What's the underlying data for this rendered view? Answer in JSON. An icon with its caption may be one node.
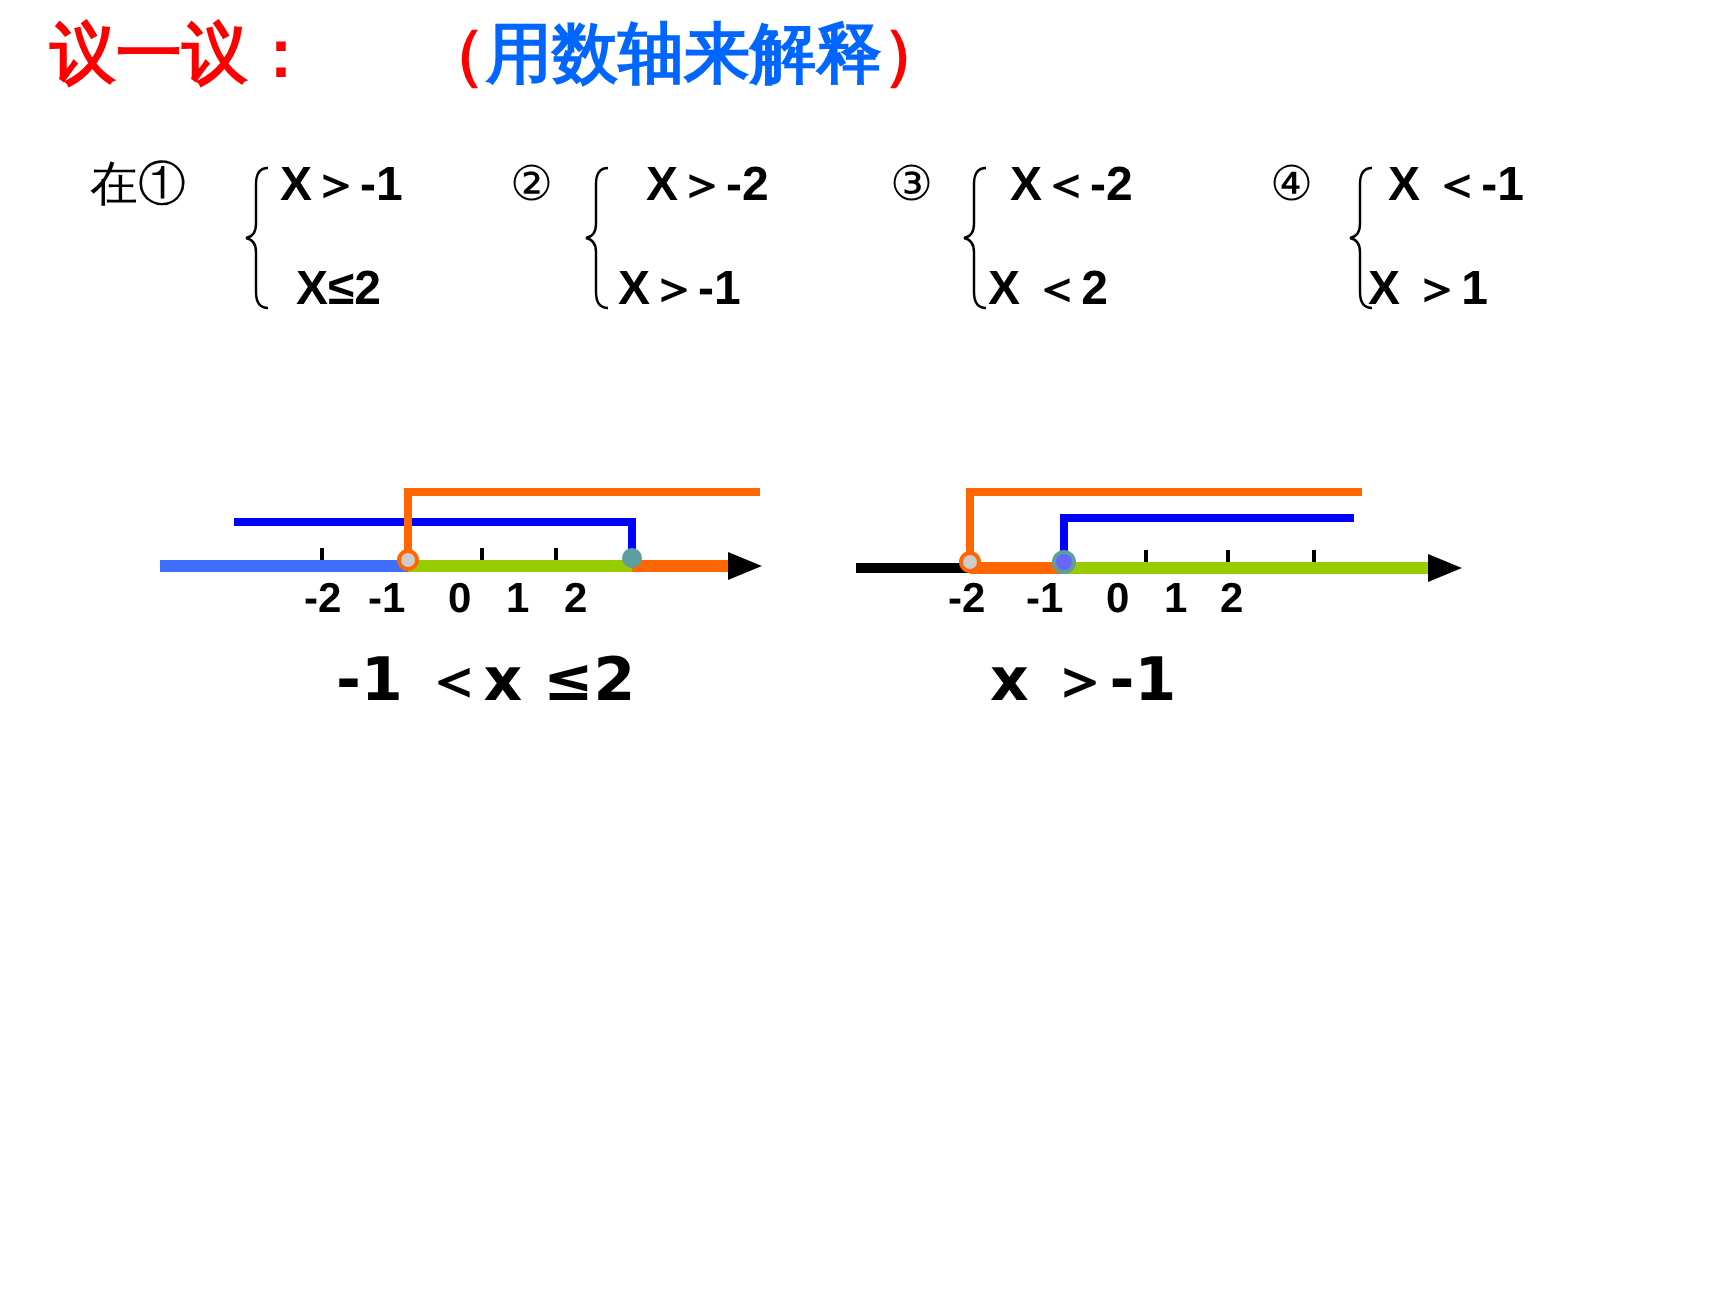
{
  "diagram": {
    "title": "议一议：",
    "labels": [
      "（用数轴来解释）",
      "在①",
      "X＞-1",
      "X≤2",
      "②",
      "X＞-2",
      "X＞-1",
      "③",
      "X＜-2",
      "X ＜2",
      "④",
      "X ＜-1",
      "X ＞1",
      "-2",
      "-1",
      "0",
      "1",
      "2",
      "-1 ＜x ≤2",
      "-2",
      "-1",
      "0",
      "1",
      "2",
      "x ＞-1"
    ]
  }
}
